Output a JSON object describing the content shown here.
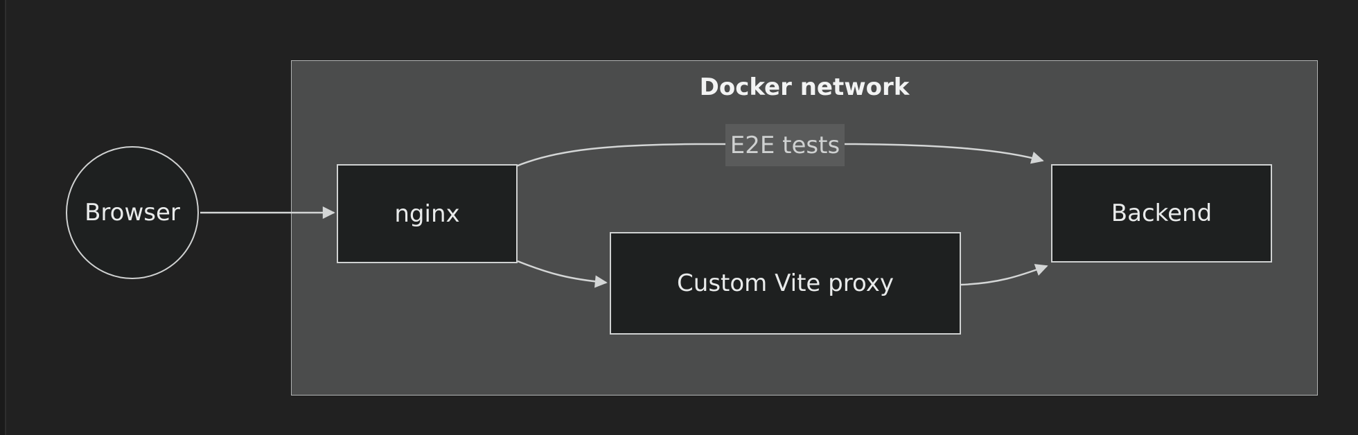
{
  "diagram": {
    "cluster_title": "Docker network",
    "nodes": {
      "browser": {
        "label": "Browser",
        "shape": "circle"
      },
      "nginx": {
        "label": "nginx",
        "shape": "rect"
      },
      "vite": {
        "label": "Custom Vite proxy",
        "shape": "rect"
      },
      "backend": {
        "label": "Backend",
        "shape": "rect"
      }
    },
    "edges": [
      {
        "from": "Browser",
        "to": "nginx",
        "label": ""
      },
      {
        "from": "nginx",
        "to": "Backend",
        "label": "E2E tests"
      },
      {
        "from": "nginx",
        "to": "Custom Vite proxy",
        "label": ""
      },
      {
        "from": "Custom Vite proxy",
        "to": "Backend",
        "label": ""
      }
    ]
  },
  "theme": {
    "background": "#212121",
    "gutter": "#1a1a1a",
    "gutter_edge": "#2e2e2e",
    "cluster_fill": "#4b4c4c",
    "cluster_border": "#b3b5b5",
    "node_fill": "#1e2020",
    "node_border": "#d0d2d2",
    "node_text": "#e9ebeb",
    "title_text": "#f2f3f3",
    "edge_stroke": "#d4d6d6",
    "edge_label_bg": "#5a5b5b",
    "edge_label_text": "#cfd1d1"
  }
}
